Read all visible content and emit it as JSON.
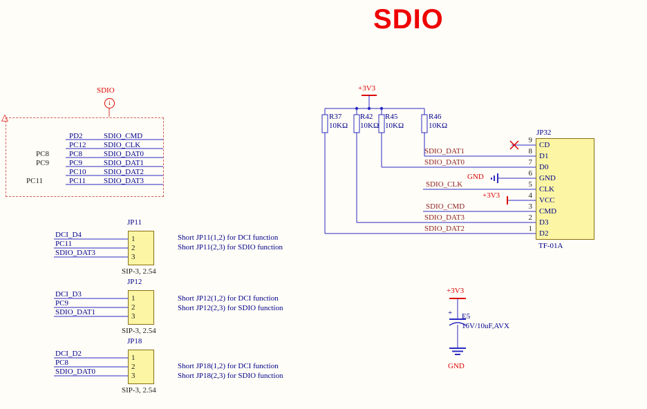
{
  "title": "SDIO",
  "icons": {
    "no_erc_triangle": "△"
  },
  "sheet": {
    "label": "SDIO",
    "badge": "i",
    "rows": [
      {
        "pin": "PD2",
        "net": "SDIO_CMD"
      },
      {
        "pin": "PC12",
        "net": "SDIO_CLK"
      },
      {
        "pin": "PC8",
        "net": "SDIO_DAT0",
        "ext": "PC8"
      },
      {
        "pin": "PC9",
        "net": "SDIO_DAT1",
        "ext": "PC9"
      },
      {
        "pin": "PC10",
        "net": "SDIO_DAT2"
      },
      {
        "pin": "PC11",
        "net": "SDIO_DAT3",
        "ext": "PC11"
      }
    ]
  },
  "pullups": {
    "power": "+3V3",
    "resistors": [
      {
        "ref": "R37",
        "value": "10KΩ"
      },
      {
        "ref": "R42",
        "value": "10KΩ"
      },
      {
        "ref": "R45",
        "value": "10KΩ"
      },
      {
        "ref": "R46",
        "value": "10KΩ"
      }
    ]
  },
  "connector": {
    "ref": "JP32",
    "part": "TF-01A",
    "pins": [
      {
        "num": "9",
        "name": "CD"
      },
      {
        "num": "8",
        "name": "D1"
      },
      {
        "num": "7",
        "name": "D0"
      },
      {
        "num": "6",
        "name": "GND"
      },
      {
        "num": "5",
        "name": "CLK"
      },
      {
        "num": "4",
        "name": "VCC"
      },
      {
        "num": "3",
        "name": "CMD"
      },
      {
        "num": "2",
        "name": "D3"
      },
      {
        "num": "1",
        "name": "D2"
      }
    ],
    "net_d1": "SDIO_DAT1",
    "net_d0": "SDIO_DAT0",
    "power_gnd": "GND",
    "net_clk": "SDIO_CLK",
    "power_vcc": "+3V3",
    "net_cmd": "SDIO_CMD",
    "net_d3": "SDIO_DAT3",
    "net_d2": "SDIO_DAT2"
  },
  "jumpers": [
    {
      "ref": "JP11",
      "footprint": "SIP-3, 2.54",
      "pins": [
        "1",
        "2",
        "3"
      ],
      "nets": [
        "DCI_D4",
        "PC11",
        "SDIO_DAT3"
      ],
      "note1": "Short JP11(1,2) for DCI function",
      "note2": "Short JP11(2,3) for SDIO function"
    },
    {
      "ref": "JP12",
      "footprint": "SIP-3, 2.54",
      "pins": [
        "1",
        "2",
        "3"
      ],
      "nets": [
        "DCI_D3",
        "PC9",
        "SDIO_DAT1"
      ],
      "note1": "Short JP12(1,2) for DCI function",
      "note2": "Short JP12(2,3) for SDIO function"
    },
    {
      "ref": "JP18",
      "footprint": "SIP-3, 2.54",
      "pins": [
        "1",
        "2",
        "3"
      ],
      "nets": [
        "DCI_D2",
        "PC8",
        "SDIO_DAT0"
      ],
      "note1": "Short JP18(1,2) for DCI function",
      "note2": "Short JP18(2,3) for SDIO function"
    }
  ],
  "cap": {
    "power": "+3V3",
    "plus": "+",
    "ref": "E5",
    "value": "16V/10uF,AVX",
    "gnd": "GND"
  }
}
